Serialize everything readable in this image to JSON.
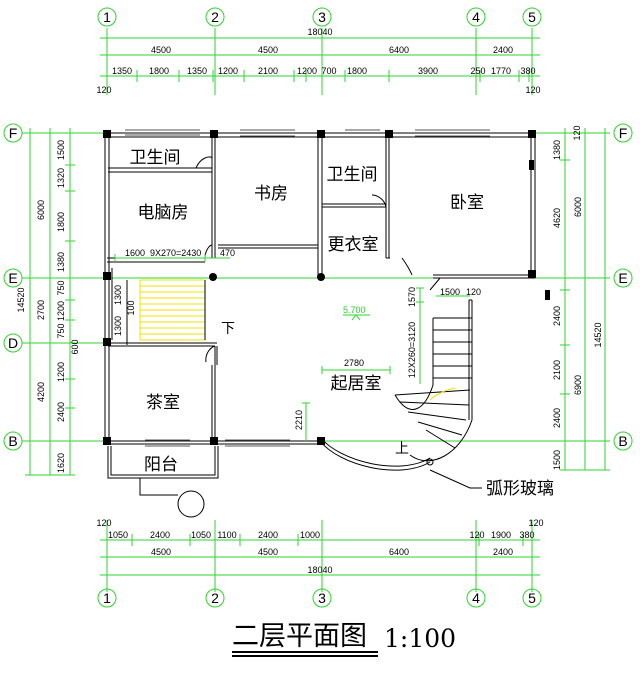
{
  "colors": {
    "dimension": "#2bd42b",
    "wall": "#000000",
    "stair": "#f0e000",
    "background": "#ffffff"
  },
  "axes": {
    "columns": [
      "1",
      "2",
      "3",
      "4",
      "5"
    ],
    "rows": [
      "F",
      "E",
      "D",
      "B"
    ]
  },
  "dims": {
    "top_total": "18040",
    "top_bays": [
      "4500",
      "4500",
      "6400",
      "2400"
    ],
    "top_details": [
      "1350",
      "1800",
      "1350",
      "1200",
      "2100",
      "1200",
      "700",
      "1800",
      "3900",
      "250",
      "1770",
      "380"
    ],
    "top_left_offset": "120",
    "top_right_offset": "120",
    "bottom_details": [
      "1050",
      "2400",
      "1050",
      "1100",
      "2400",
      "1000",
      "120",
      "1900",
      "380"
    ],
    "bottom_bays": [
      "4500",
      "4500",
      "6400",
      "2400"
    ],
    "bottom_total": "18040",
    "bottom_left_offset": "120",
    "bottom_right_offset": "120",
    "left_bays": [
      "6000",
      "2700",
      "4200"
    ],
    "left_total": "14520",
    "left_details": [
      "1500",
      "1320",
      "1800",
      "1380",
      "750",
      "1200",
      "750",
      "600",
      "1200",
      "2400",
      "1620"
    ],
    "right_bays": [
      "6000",
      "6900"
    ],
    "right_total": "14520",
    "right_details": [
      "1380",
      "4620",
      "2400",
      "2100",
      "2400",
      "1500"
    ],
    "right_top_offset": "120"
  },
  "rooms": {
    "toilet1": "卫生间",
    "computer_room": "电脑房",
    "study": "书房",
    "toilet2": "卫生间",
    "dressing": "更衣室",
    "bedroom": "卧室",
    "tea_room": "茶室",
    "living": "起居室",
    "balcony": "阳台"
  },
  "annotations": {
    "stair_steps": "9X270=2430",
    "dim_1600": "1600",
    "dim_470": "470",
    "dim_1300a": "1300",
    "dim_1300b": "1300",
    "dim_100": "100",
    "down": "下",
    "up": "上",
    "level": "5.700",
    "dim_2780": "2780",
    "dim_2210": "2210",
    "dim_1570": "1570",
    "dim_1500": "1500",
    "dim_120": "120",
    "spiral_steps": "12X260=3120",
    "arc_glass": "弧形玻璃"
  },
  "title": {
    "main": "二层平面图",
    "scale": "1:100"
  }
}
